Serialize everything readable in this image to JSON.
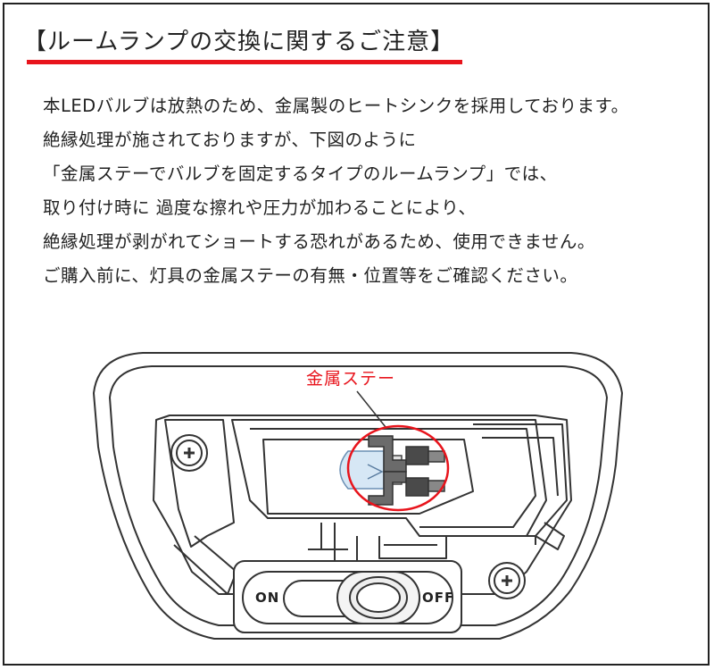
{
  "title": "【ルームランプの交換に関するご注意】",
  "body_lines": [
    "本LEDバルブは放熱のため、金属製のヒートシンクを採用しております。",
    "絶縁処理が施されておりますが、下図のように",
    "「金属ステーでバルブを固定するタイプのルームランプ」では、",
    "取り付け時に 過度な擦れや圧力が加わることにより、",
    "絶縁処理が剥がれてショートする恐れがあるため、使用できません。",
    "ご購入前に、灯具の金属ステーの有無・位置等をご確認ください。"
  ],
  "diagram": {
    "callout_label": "金属ステー",
    "switch_on": "ON",
    "switch_off": "OFF"
  },
  "colors": {
    "accent": "#e8141c",
    "text": "#222222",
    "frame": "#222222"
  }
}
